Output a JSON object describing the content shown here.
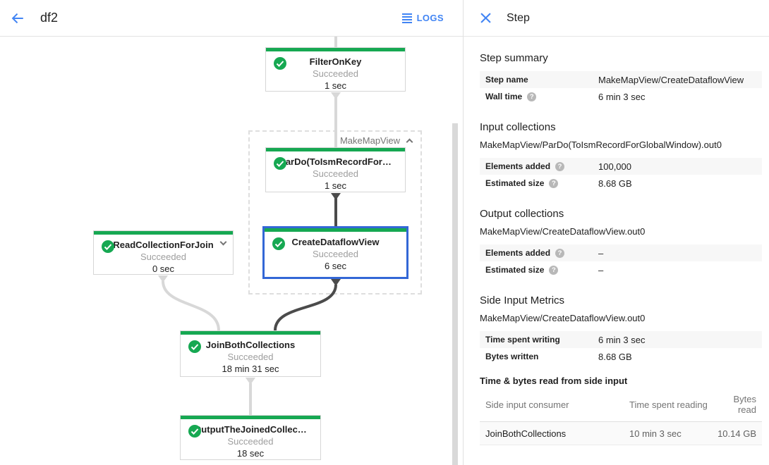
{
  "topbar": {
    "title": "df2",
    "logs_label": "LOGS"
  },
  "graph": {
    "group_label": "MakeMapView",
    "nodes": [
      {
        "title": "FilterOnKey",
        "status": "Succeeded",
        "time": "1 sec"
      },
      {
        "title": "ParDo(ToIsmRecordFor…",
        "status": "Succeeded",
        "time": "1 sec"
      },
      {
        "title": "CreateDataflowView",
        "status": "Succeeded",
        "time": "6 sec",
        "selected": true
      },
      {
        "title": "ReadCollectionForJoin",
        "status": "Succeeded",
        "time": "0 sec"
      },
      {
        "title": "JoinBothCollections",
        "status": "Succeeded",
        "time": "18 min 31 sec"
      },
      {
        "title": "OutputTheJoinedCollec…",
        "status": "Succeeded",
        "time": "18 sec"
      }
    ]
  },
  "panel": {
    "title": "Step",
    "step_summary": {
      "heading": "Step summary",
      "rows": [
        {
          "label": "Step name",
          "value": "MakeMapView/CreateDataflowView"
        },
        {
          "label": "Wall time",
          "value": "6 min 3 sec"
        }
      ]
    },
    "input_collections": {
      "heading": "Input collections",
      "collection": "MakeMapView/ParDo(ToIsmRecordForGlobalWindow).out0",
      "rows": [
        {
          "label": "Elements added",
          "value": "100,000"
        },
        {
          "label": "Estimated size",
          "value": "8.68 GB"
        }
      ]
    },
    "output_collections": {
      "heading": "Output collections",
      "collection": "MakeMapView/CreateDataflowView.out0",
      "rows": [
        {
          "label": "Elements added",
          "value": "–"
        },
        {
          "label": "Estimated size",
          "value": "–"
        }
      ]
    },
    "side_input_metrics": {
      "heading": "Side Input Metrics",
      "collection": "MakeMapView/CreateDataflowView.out0",
      "rows": [
        {
          "label": "Time spent writing",
          "value": "6 min 3 sec"
        },
        {
          "label": "Bytes written",
          "value": "8.68 GB"
        }
      ]
    },
    "side_input_table": {
      "heading": "Time & bytes read from side input",
      "columns": [
        "Side input consumer",
        "Time spent reading",
        "Bytes read"
      ],
      "rows": [
        {
          "consumer": "JoinBothCollections",
          "time": "10 min 3 sec",
          "bytes": "10.14 GB"
        }
      ]
    }
  },
  "icons": {
    "help_glyph": "?"
  },
  "colors": {
    "green": "#16a852",
    "accent_blue": "#4285f4",
    "selected_border_blue": "#3367d6",
    "status_gray": "#9e9e9e",
    "edge_light": "#d8d8d8",
    "edge_dark": "#4b4b4b"
  }
}
